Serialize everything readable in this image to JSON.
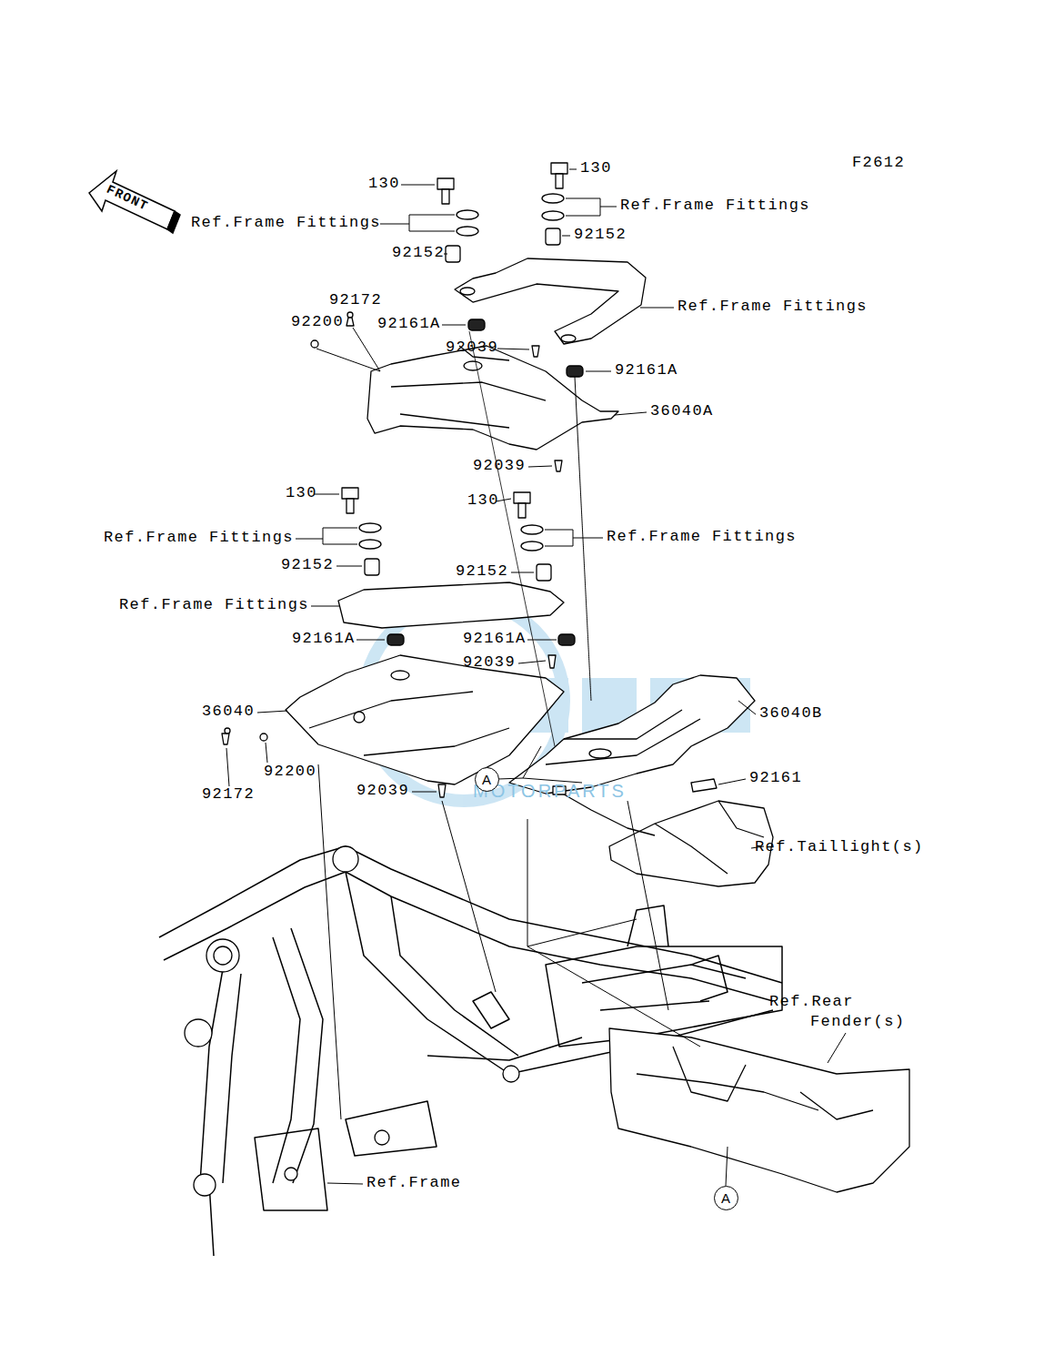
{
  "diagram": {
    "nodes": [
      {
        "text": [
          "A"
        ]
      },
      {
        "text": [
          "A"
        ]
      }
    ],
    "labels": [
      "F2612",
      "130",
      "130",
      "Ref.Frame Fittings",
      "Ref.Frame Fittings",
      "92152",
      "92152",
      "Ref.Frame Fittings",
      "92172",
      "92200",
      "92161A",
      "92039",
      "92161A",
      "36040A",
      "92039",
      "130",
      "130",
      "Ref.Frame Fittings",
      "Ref.Frame Fittings",
      "92152",
      "92152",
      "Ref.Frame Fittings",
      "92161A",
      "92161A",
      "92039",
      "36040",
      "36040B",
      "92200",
      "92172",
      "92039",
      "92161",
      "Ref.Taillight(s)",
      "Ref.Rear",
      "Fender(s)",
      "Ref.Frame",
      "FRONT",
      "MOTORPARTS"
    ]
  }
}
